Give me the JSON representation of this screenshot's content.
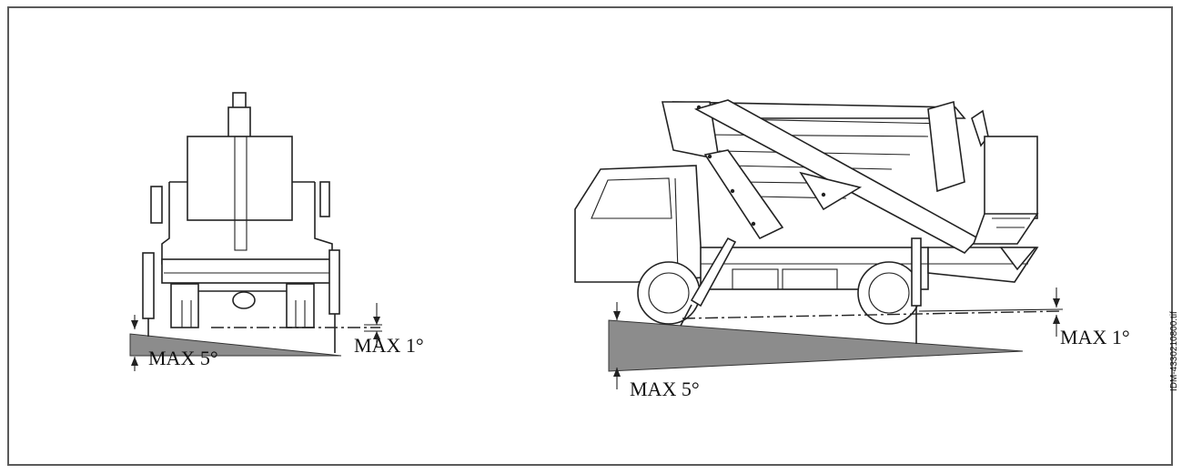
{
  "labels": {
    "front_max_slope": "MAX 5°",
    "front_max_level": "MAX 1°",
    "side_max_slope": "MAX 5°",
    "side_max_level": "MAX 1°"
  },
  "doc_id": "IDM-4330210800.tif",
  "colors": {
    "ground_fill": "#8c8c8c",
    "line": "#222222",
    "frame": "#5a5a5a"
  }
}
